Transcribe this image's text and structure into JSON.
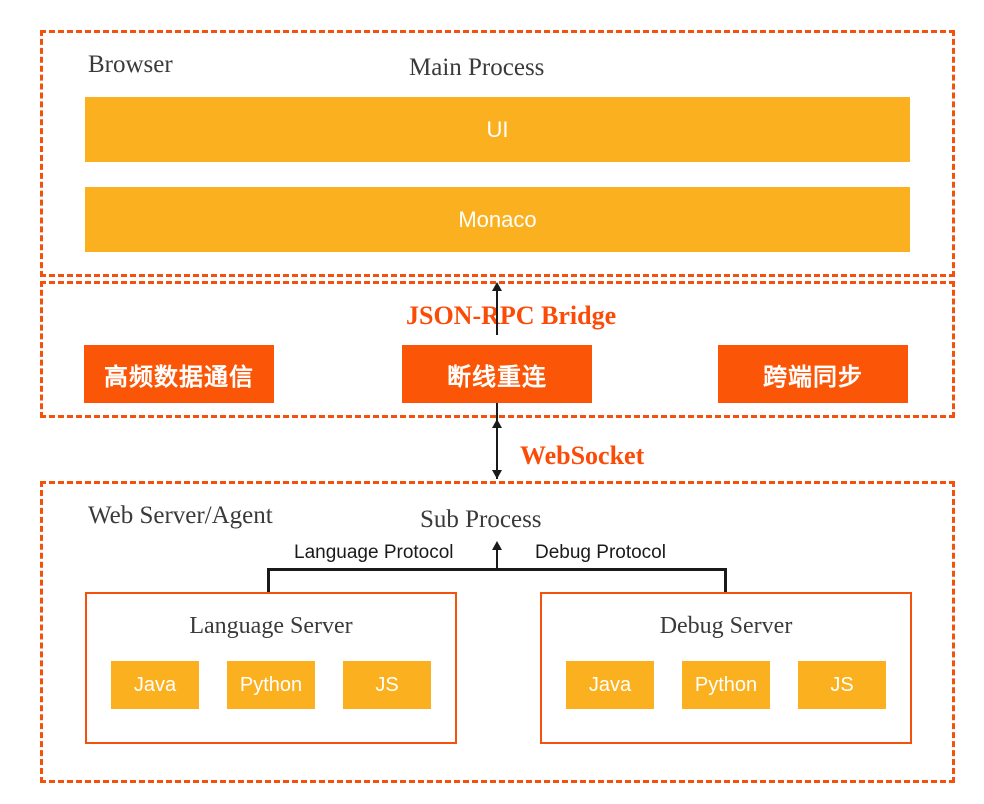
{
  "diagram": {
    "title_hidden": "",
    "colors": {
      "dashed_border": "#F4510D",
      "amber": "#FBB11F",
      "orange_red": "#FB5607",
      "protocol_label": "#FB4B07",
      "serif_text": "#3A3A3C",
      "arrow": "#1a1a1a"
    }
  },
  "browser_section": {
    "zone_label": "Browser",
    "process_label": "Main Process",
    "bars": [
      {
        "label": "UI"
      },
      {
        "label": "Monaco"
      }
    ]
  },
  "bridge_section": {
    "protocol_label": "JSON-RPC Bridge",
    "features": [
      {
        "label": "高频数据通信"
      },
      {
        "label": "断线重连"
      },
      {
        "label": "跨端同步"
      }
    ]
  },
  "transport": {
    "protocol_label": "WebSocket"
  },
  "server_section": {
    "zone_label": "Web Server/Agent",
    "process_label": "Sub Process",
    "connectors": [
      {
        "label": "Language Protocol"
      },
      {
        "label": "Debug Protocol"
      }
    ],
    "cards": [
      {
        "title": "Language Server",
        "chips": [
          {
            "label": "Java"
          },
          {
            "label": "Python"
          },
          {
            "label": "JS"
          }
        ]
      },
      {
        "title": "Debug Server",
        "chips": [
          {
            "label": "Java"
          },
          {
            "label": "Python"
          },
          {
            "label": "JS"
          }
        ]
      }
    ]
  }
}
